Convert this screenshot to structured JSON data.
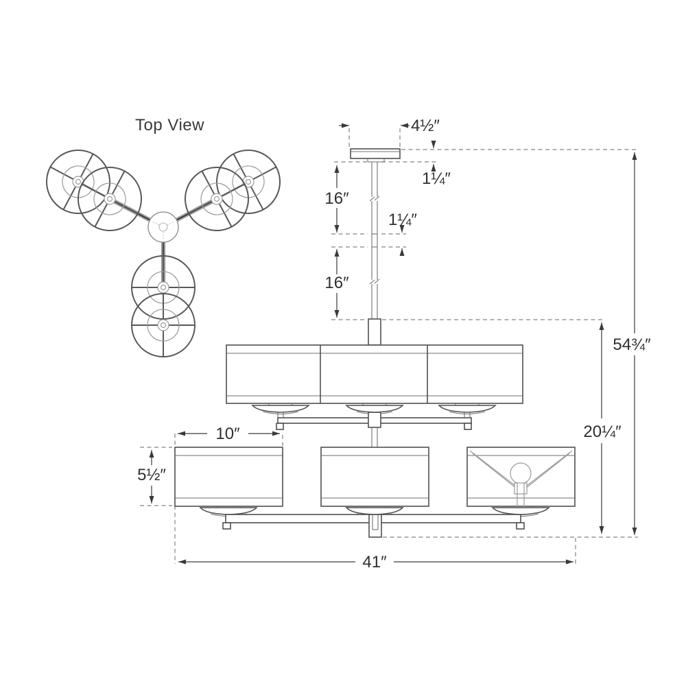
{
  "top_view": {
    "label": "Top View"
  },
  "side_view": {
    "dimensions": {
      "canopy_width": "4½″",
      "canopy_height": "1¼″",
      "upper_rod_length": "16″",
      "rod_coupler_height": "1¼″",
      "lower_rod_length": "16″",
      "overall_height": "54¾″",
      "fixture_body_height": "20¼″",
      "shade_diameter": "10″",
      "shade_height": "5½″",
      "overall_width": "41″"
    }
  },
  "colors": {
    "background": "#ffffff",
    "main_line": "#4f4f4f",
    "light_line": "#9a9a9a",
    "dimension_line": "#3a3a3a",
    "dashed_line": "#828282",
    "text": "#2f2f2f"
  }
}
